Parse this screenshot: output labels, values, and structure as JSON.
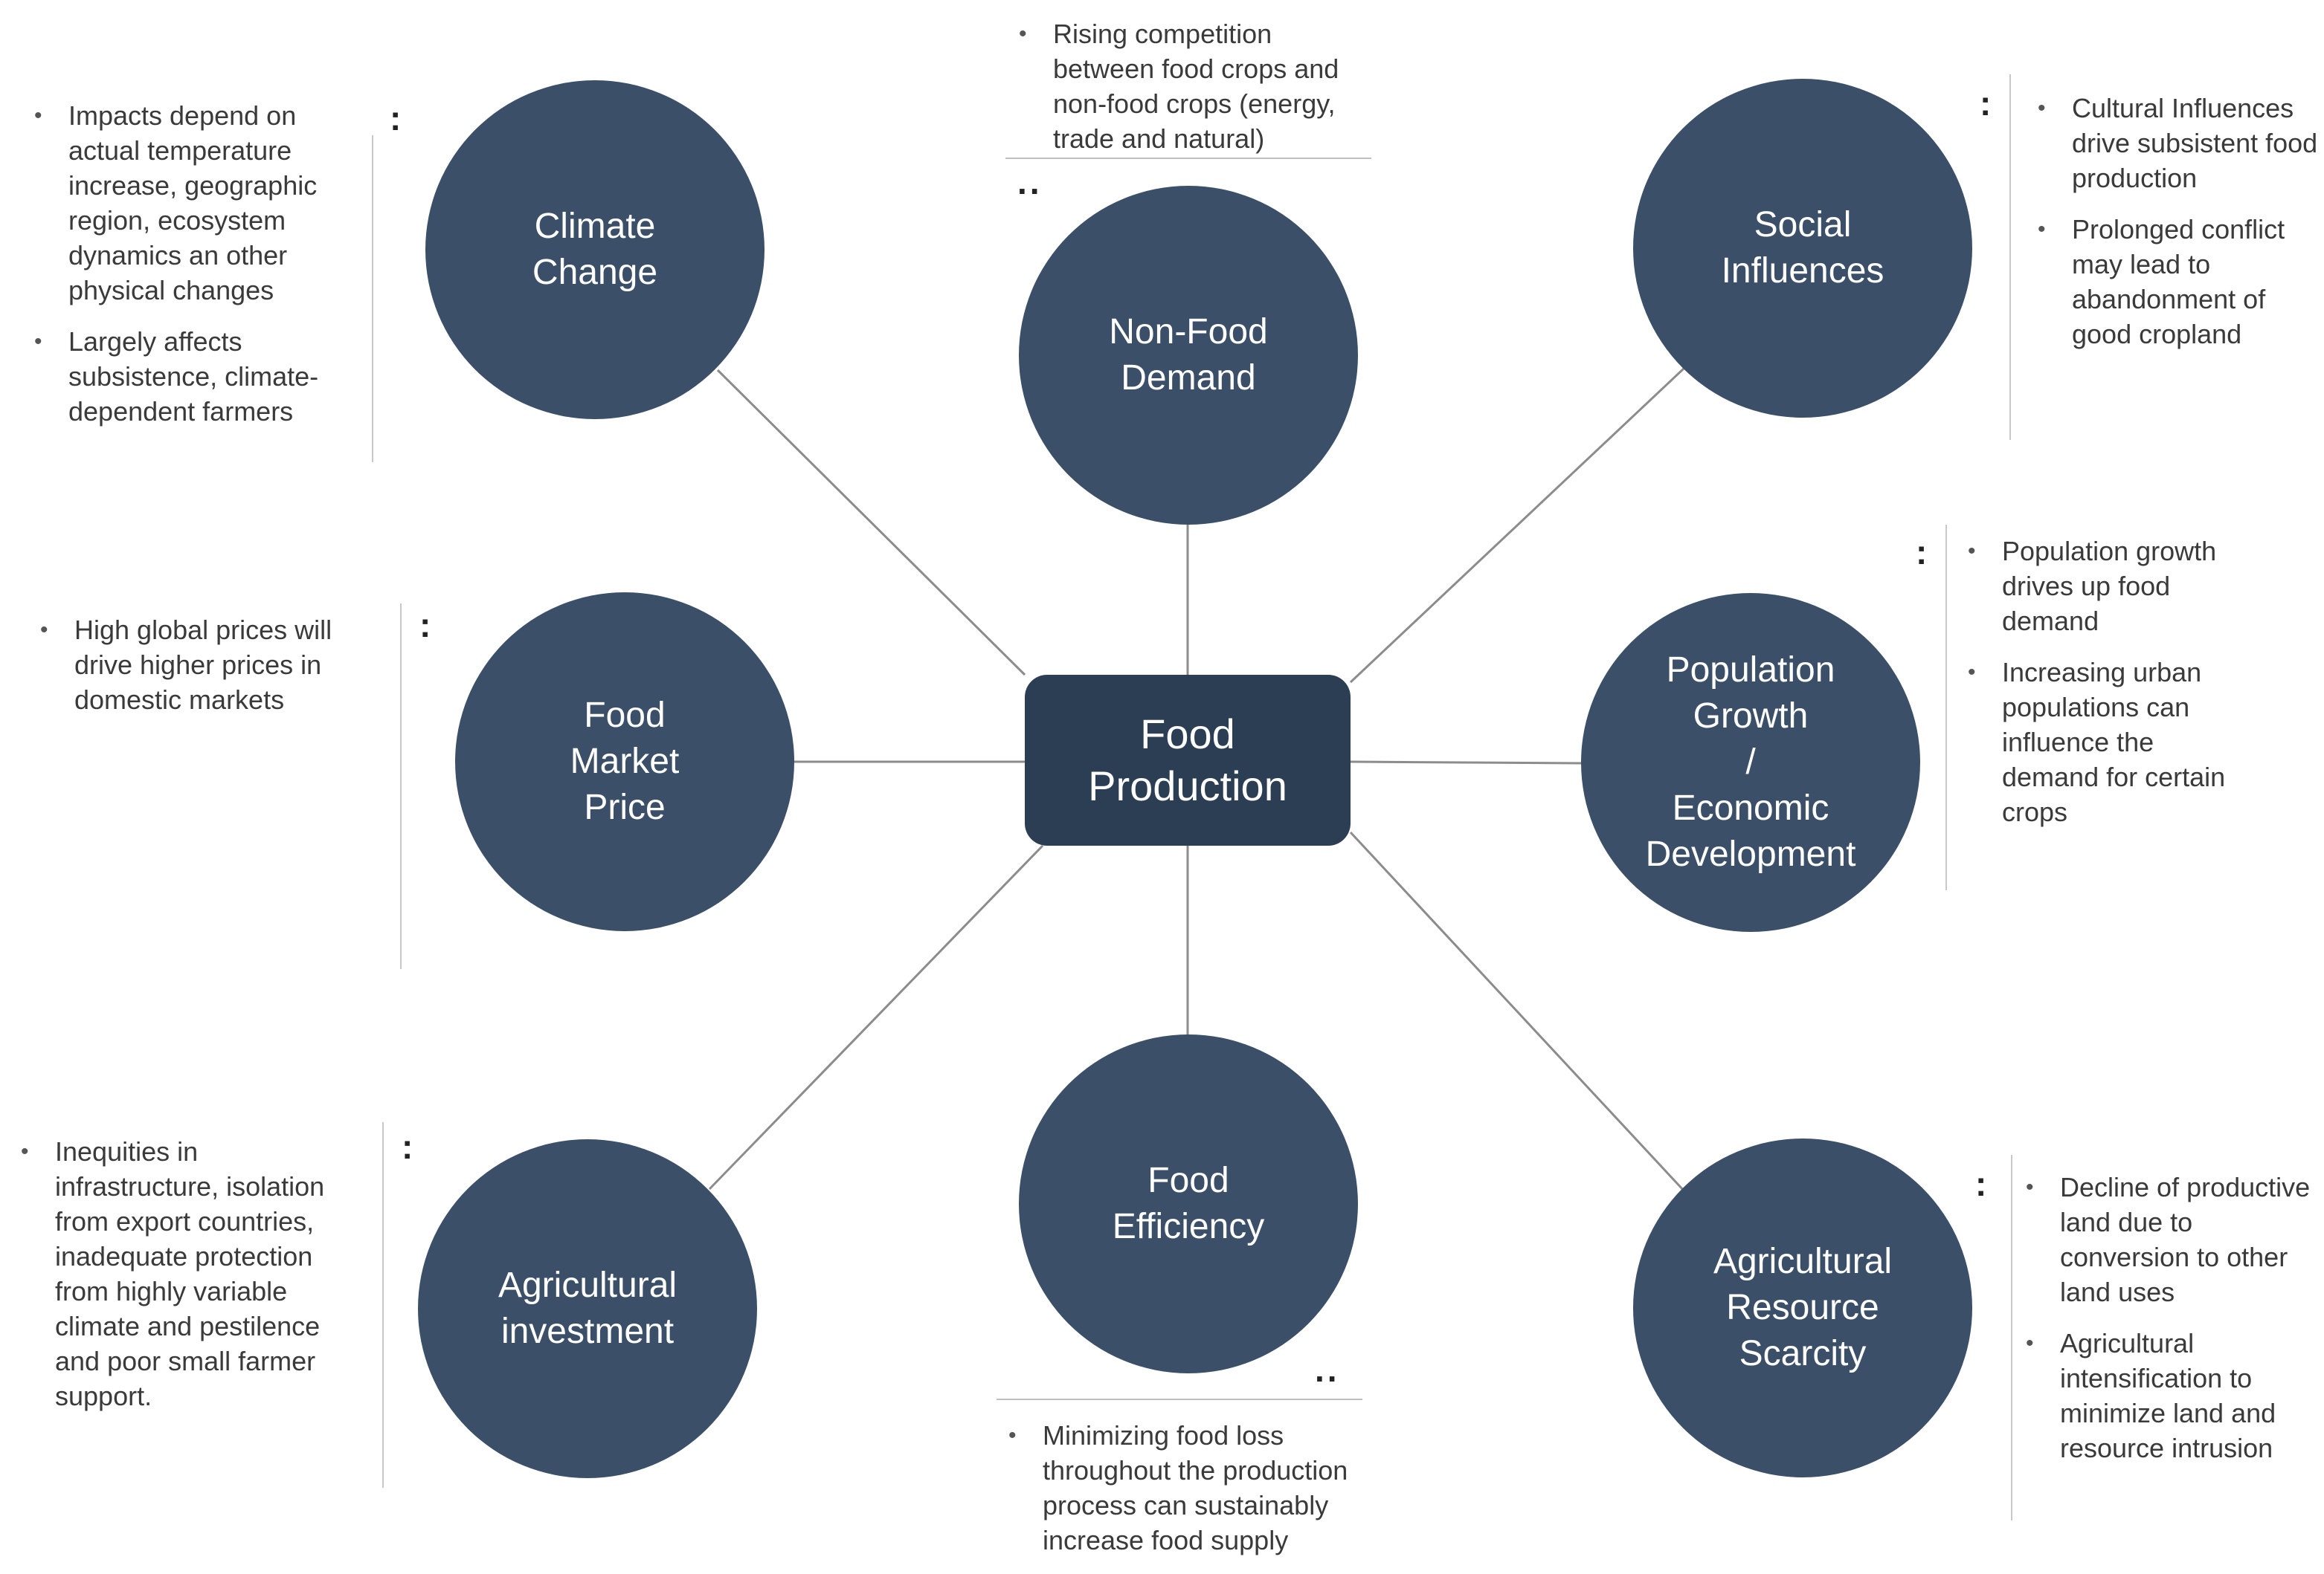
{
  "center": {
    "label": "Food\nProduction"
  },
  "nodes": {
    "climate": {
      "label": "Climate\nChange"
    },
    "nonfood": {
      "label": "Non-Food\nDemand"
    },
    "social": {
      "label": "Social\nInfluences"
    },
    "market": {
      "label": "Food\nMarket\nPrice"
    },
    "population": {
      "label": "Population\nGrowth\n/\nEconomic\nDevelopment"
    },
    "investment": {
      "label": "Agricultural\ninvestment"
    },
    "efficiency": {
      "label": "Food\nEfficiency"
    },
    "resource": {
      "label": "Agricultural\nResource\nScarcity"
    }
  },
  "notes": {
    "climate": [
      "Impacts depend on actual temperature increase, geographic region, ecosystem dynamics an other physical changes",
      "Largely affects subsistence, climate-dependent farmers"
    ],
    "nonfood": [
      "Rising competition between food crops and non-food crops (energy, trade and natural)"
    ],
    "social": [
      "Cultural Influences drive subsistent food production",
      "Prolonged conflict may lead to abandonment of good cropland"
    ],
    "market": [
      "High global prices will drive higher prices in domestic markets"
    ],
    "population": [
      "Population growth drives up food demand",
      "Increasing urban populations can influence the demand for certain crops"
    ],
    "investment": [
      "Inequities in infrastructure, isolation from export countries, inadequate protection from highly variable climate and pestilence and poor small farmer support."
    ],
    "efficiency": [
      "Minimizing food loss throughout the production process can sustainably increase food supply"
    ],
    "resource": [
      "Decline of productive land due to conversion to other land uses",
      "Agricultural intensification to minimize land and resource intrusion"
    ]
  },
  "colors": {
    "node": "#3b5068",
    "center": "#2c3e54",
    "connector": "#8c8c8c"
  }
}
